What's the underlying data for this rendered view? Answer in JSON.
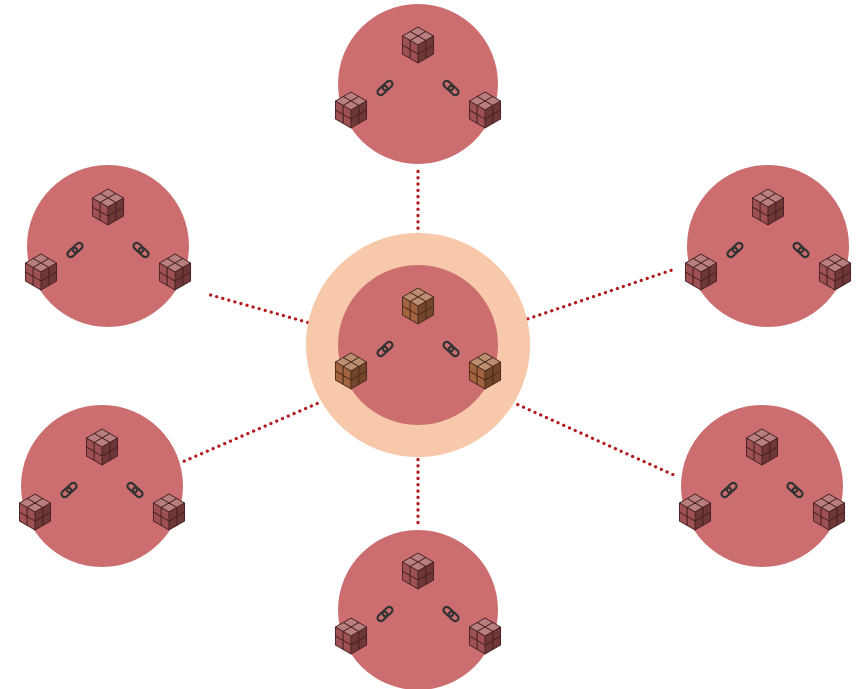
{
  "colors": {
    "background": "#ffffff",
    "node_fill": "#cc6e70",
    "hub_halo": "#f7c8aa",
    "connector": "#b3181c",
    "peer_cube": "#9c4c4e",
    "hub_cube": "#a0603a",
    "chain_link": "#333333"
  },
  "hub": {
    "icon": "blockchain-cluster-icon",
    "cube_color": "hub_cube"
  },
  "peers": [
    {
      "id": "peer-top",
      "icon": "blockchain-cluster-icon"
    },
    {
      "id": "peer-upper-left",
      "icon": "blockchain-cluster-icon"
    },
    {
      "id": "peer-upper-right",
      "icon": "blockchain-cluster-icon"
    },
    {
      "id": "peer-lower-left",
      "icon": "blockchain-cluster-icon"
    },
    {
      "id": "peer-lower-right",
      "icon": "blockchain-cluster-icon"
    },
    {
      "id": "peer-bottom",
      "icon": "blockchain-cluster-icon"
    }
  ],
  "connections": [
    {
      "from": "hub",
      "to": "peer-top",
      "style": "dotted"
    },
    {
      "from": "hub",
      "to": "peer-upper-left",
      "style": "dotted"
    },
    {
      "from": "hub",
      "to": "peer-upper-right",
      "style": "dotted"
    },
    {
      "from": "hub",
      "to": "peer-lower-left",
      "style": "dotted"
    },
    {
      "from": "hub",
      "to": "peer-lower-right",
      "style": "dotted"
    },
    {
      "from": "hub",
      "to": "peer-bottom",
      "style": "dotted"
    }
  ]
}
